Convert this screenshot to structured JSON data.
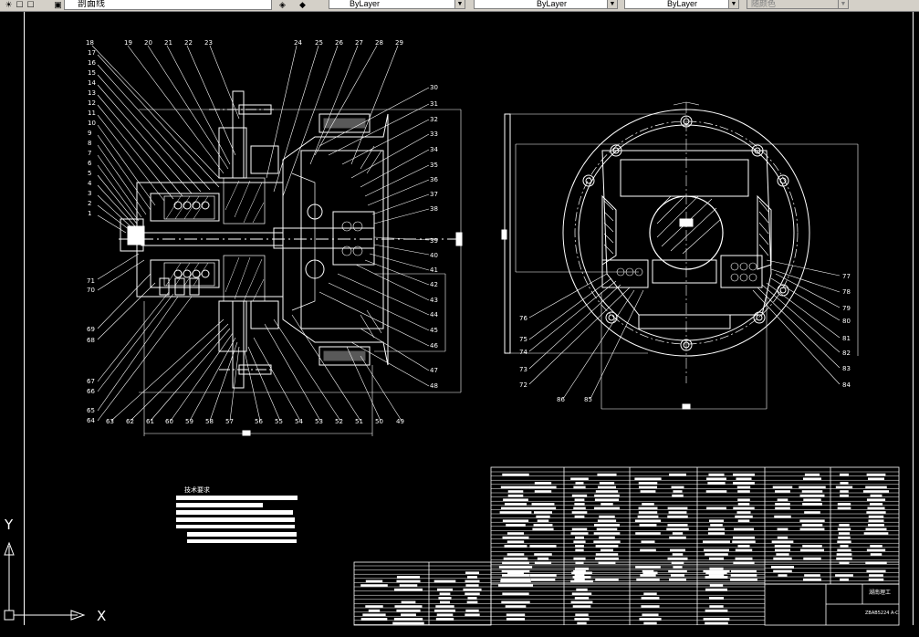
{
  "toolbar": {
    "layer_name": "剖面线",
    "linetype_1": "ByLayer",
    "linetype_2": "ByLayer",
    "lineweight": "ByLayer",
    "plotstyle": "随颜色",
    "icons": [
      "new-icon",
      "open-icon",
      "layer-icon",
      "layer-state-icon",
      "layer-properties-icon"
    ]
  },
  "drawing": {
    "front_view_labels_top": [
      "18",
      "19",
      "20",
      "21",
      "22",
      "23",
      "24",
      "25",
      "26",
      "27",
      "28",
      "29"
    ],
    "front_view_labels_left": [
      "17",
      "16",
      "15",
      "14",
      "13",
      "12",
      "11",
      "10",
      "9",
      "8",
      "7",
      "6",
      "5",
      "4",
      "3",
      "2",
      "1"
    ],
    "front_view_labels_right": [
      "30",
      "31",
      "32",
      "33",
      "34",
      "35",
      "36",
      "37",
      "38",
      "39",
      "40",
      "41",
      "42",
      "43",
      "44",
      "45",
      "46",
      "47",
      "48"
    ],
    "front_view_labels_left_lower": [
      "71",
      "70",
      "69",
      "68",
      "67",
      "66",
      "65",
      "64"
    ],
    "front_view_labels_bottom": [
      "63",
      "62",
      "61",
      "60",
      "59",
      "58",
      "57",
      "56",
      "55",
      "54",
      "53",
      "52",
      "51",
      "50",
      "49"
    ],
    "side_view_labels_right": [
      "77",
      "78",
      "79",
      "80",
      "81",
      "82",
      "83",
      "84"
    ],
    "side_view_labels_left": [
      "76",
      "75",
      "74",
      "73",
      "72",
      "86",
      "85"
    ],
    "tech_title": "技术要求",
    "title_block_name": "湖南理工",
    "title_block_code": "ZBAB5224 A-C",
    "ucs_x": "X",
    "ucs_y": "Y"
  },
  "colors": {
    "background": "#000000",
    "lines": "#ffffff",
    "toolbar": "#d4d0c8"
  }
}
